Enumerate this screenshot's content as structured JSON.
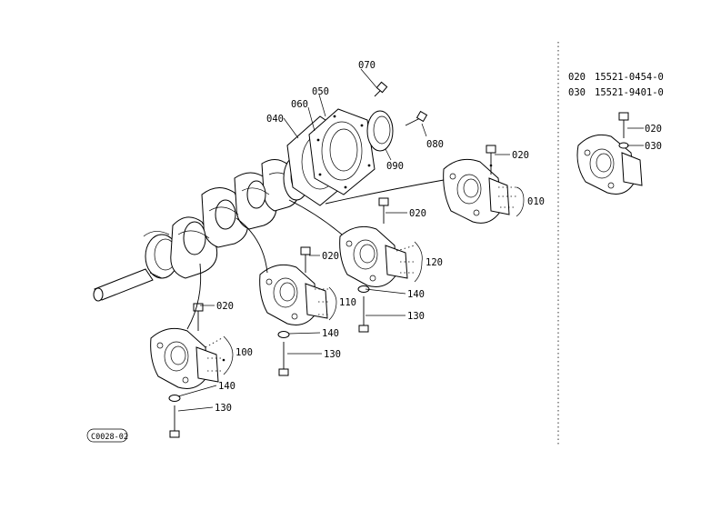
{
  "diagram": {
    "callouts": {
      "p070": "070",
      "p050": "050",
      "p060": "060",
      "p040": "040",
      "p080": "080",
      "p090": "090",
      "p020_a": "020",
      "p010": "010",
      "p020_b": "020",
      "p020_c": "020",
      "p120": "120",
      "p140_a": "140",
      "p130_a": "130",
      "p110": "110",
      "p140_b": "140",
      "p130_b": "130",
      "p020_d": "020",
      "p100": "100",
      "p140_c": "140",
      "p130_c": "130"
    },
    "figure_code": "C0028-02",
    "side_panel": {
      "parts": [
        {
          "ref": "020",
          "number": "15521-0454-0"
        },
        {
          "ref": "030",
          "number": "15521-9401-0"
        }
      ],
      "callouts": {
        "p020": "020",
        "p030": "030"
      }
    }
  }
}
